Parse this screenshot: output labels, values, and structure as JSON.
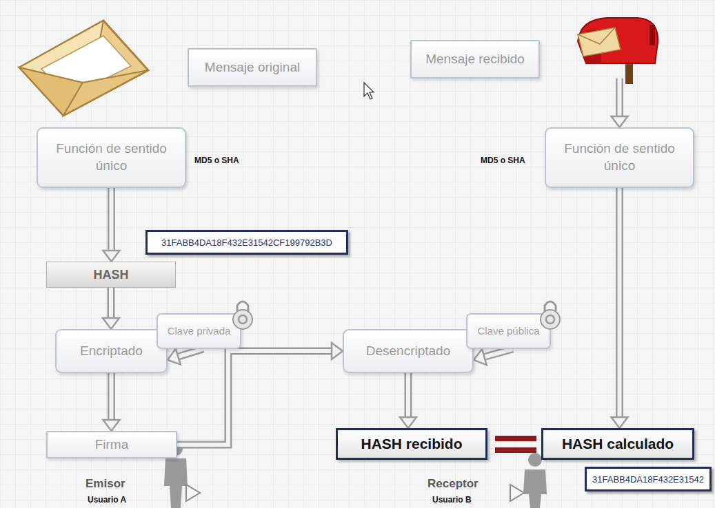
{
  "diagram": {
    "nodes": [
      {
        "text": [
          "Mensaje original"
        ]
      },
      {
        "text": [
          "Función de sentido único"
        ]
      },
      {
        "text": [
          "31FABB4DA18F432E31542CF199792B3D"
        ]
      },
      {
        "text": [
          "HASH"
        ]
      },
      {
        "text": [
          "Encriptado"
        ]
      },
      {
        "text": [
          "Clave privada"
        ]
      },
      {
        "text": [
          "Firma"
        ]
      },
      {
        "text": [
          "Mensaje recibido"
        ]
      },
      {
        "text": [
          "Función de sentido único"
        ]
      },
      {
        "text": [
          "Desencriptado"
        ]
      },
      {
        "text": [
          "Clave pública"
        ]
      },
      {
        "text": [
          "HASH recibido"
        ]
      },
      {
        "text": [
          "HASH calculado"
        ]
      },
      {
        "text": [
          "31FABB4DA18F432E31542"
        ]
      }
    ],
    "edges": [
      {
        "from": 1,
        "to": 3,
        "arrow": "to"
      },
      {
        "from": 3,
        "to": 4,
        "arrow": "to"
      },
      {
        "from": 5,
        "to": 4,
        "arrow": "to"
      },
      {
        "from": 4,
        "to": 6,
        "arrow": "to"
      },
      {
        "from": 6,
        "to": 9,
        "arrow": "to"
      },
      {
        "from": 7,
        "to": 8,
        "arrow": "to"
      },
      {
        "from": 10,
        "to": 9,
        "arrow": "to"
      },
      {
        "from": 9,
        "to": 11,
        "arrow": "to"
      },
      {
        "from": 8,
        "to": 12,
        "arrow": "to"
      }
    ],
    "labels": [
      "MD5 o SHA",
      "MD5 o SHA",
      "Emisor",
      "Usuario A",
      "Receptor",
      "Usuario B"
    ]
  }
}
